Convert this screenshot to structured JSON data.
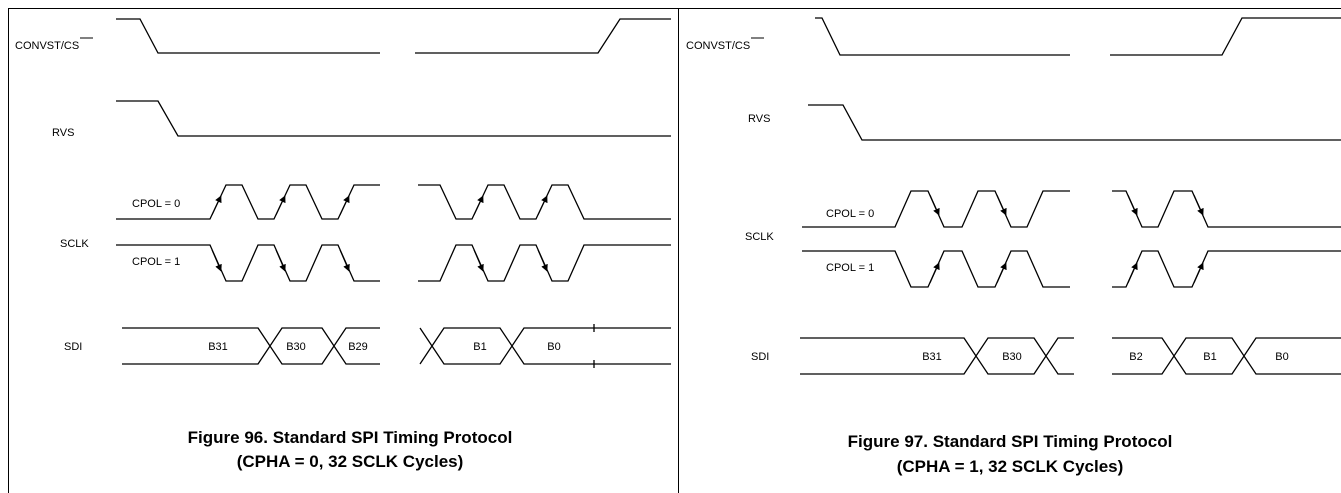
{
  "figures": [
    {
      "id": "fig96",
      "caption_line1": "Figure 96. Standard SPI Timing Protocol",
      "caption_line2": "(CPHA = 0, 32 SCLK Cycles)",
      "signals": {
        "convst": "CONVST/",
        "convst_bar": "CS",
        "rvs": "RVS",
        "sclk": "SCLK",
        "sdi": "SDI",
        "cpol0": "CPOL = 0",
        "cpol1": "CPOL = 1"
      },
      "sdi_bits": [
        "B31",
        "B30",
        "B29",
        "B1",
        "B0"
      ]
    },
    {
      "id": "fig97",
      "caption_line1": "Figure 97. Standard SPI Timing Protocol",
      "caption_line2": "(CPHA = 1, 32 SCLK Cycles)",
      "signals": {
        "convst": "CONVST/",
        "convst_bar": "CS",
        "rvs": "RVS",
        "sclk": "SCLK",
        "sdi": "SDI",
        "cpol0": "CPOL = 0",
        "cpol1": "CPOL = 1"
      },
      "sdi_bits": [
        "B31",
        "B30",
        "B2",
        "B1",
        "B0"
      ]
    }
  ]
}
